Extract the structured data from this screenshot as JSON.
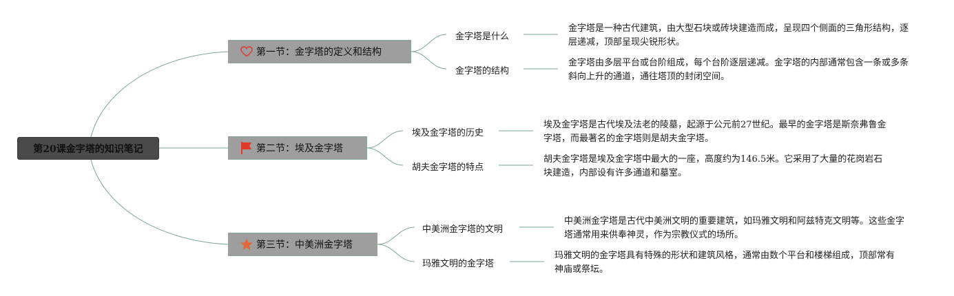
{
  "root": {
    "title": "第20课金字塔的知识笔记"
  },
  "sections": [
    {
      "title": "第一节：金字塔的定义和结构",
      "icon": "heart-icon",
      "topics": [
        {
          "label": "金字塔是什么",
          "detail": "金字塔是一种古代建筑，由大型石块或砖块建造而成，呈现四个侧面的三角形结构，逐层递减，顶部呈现尖锐形状。"
        },
        {
          "label": "金字塔的结构",
          "detail": "金字塔由多层平台或台阶组成，每个台阶逐层递减。金字塔的内部通常包含一条或多条斜向上升的通道，通往塔顶的封闭空间。"
        }
      ]
    },
    {
      "title": "第二节：埃及金字塔",
      "icon": "flag-icon",
      "topics": [
        {
          "label": "埃及金字塔的历史",
          "detail": "埃及金字塔是古代埃及法老的陵墓，起源于公元前27世纪。最早的金字塔是斯奈弗鲁金字塔，而最著名的金字塔则是胡夫金字塔。"
        },
        {
          "label": "胡夫金字塔的特点",
          "detail": "胡夫金字塔是埃及金字塔中最大的一座，高度约为146.5米。它采用了大量的花岗岩石块建造，内部设有许多通道和墓室。"
        }
      ]
    },
    {
      "title": "第三节：中美洲金字塔",
      "icon": "star-icon",
      "topics": [
        {
          "label": "中美洲金字塔的文明",
          "detail": "中美洲金字塔是古代中美洲文明的重要建筑，如玛雅文明和阿兹特克文明等。这些金字塔通常用来供奉神灵，作为宗教仪式的场所。"
        },
        {
          "label": "玛雅文明的金字塔",
          "detail": "玛雅文明的金字塔具有特殊的形状和建筑风格，通常由数个平台和楼梯组成，顶部常有神庙或祭坛。"
        }
      ]
    }
  ],
  "colors": {
    "connector": "#7aa88f",
    "heart": "#d9433a",
    "flag": "#e03a2a",
    "star": "#e0683a"
  }
}
